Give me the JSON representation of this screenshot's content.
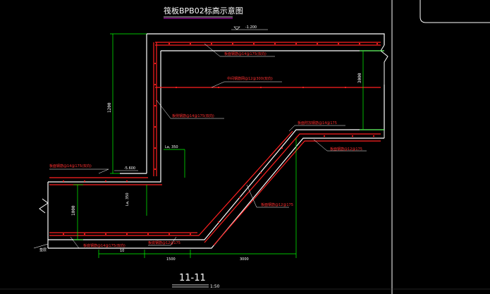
{
  "drawing": {
    "title": "筏板BPB02标高示意图",
    "section_label": "11-11",
    "scale": "1:50"
  },
  "levels": {
    "top": "-1.200",
    "step": "-5.600"
  },
  "rebar_labels": {
    "top_mat": "板面钢筋@14@175(双向)",
    "mid_mat": "中间钢筋网@12@300(双向)",
    "wall_side": "板侧钢筋@14@175(双向)",
    "upper_right": "板面附加钢筋@14@175",
    "right_mid": "板面钢筋@12@175",
    "slope": "板面钢筋@12@175",
    "left_upper": "板面钢筋@14@175(双向)",
    "bottom_left": "板底钢筋@14@175(双向)",
    "bottom_mid": "板底钢筋@12@175"
  },
  "dimensions": {
    "left_vertical": "1200",
    "right_vertical": "3000",
    "left_low_vertical": "1000",
    "la_upper": "La, 350",
    "la_lower": "La, 350",
    "bottom_left": "10",
    "bottom_mid": "1500",
    "bottom_right": "3000"
  },
  "symbols": {
    "ground_tag": "垫层"
  },
  "colors": {
    "background": "#000000",
    "structure": "#ffffff",
    "rebar": "#ff2020",
    "dimension": "#00ff00",
    "accent": "#ff00ff"
  }
}
